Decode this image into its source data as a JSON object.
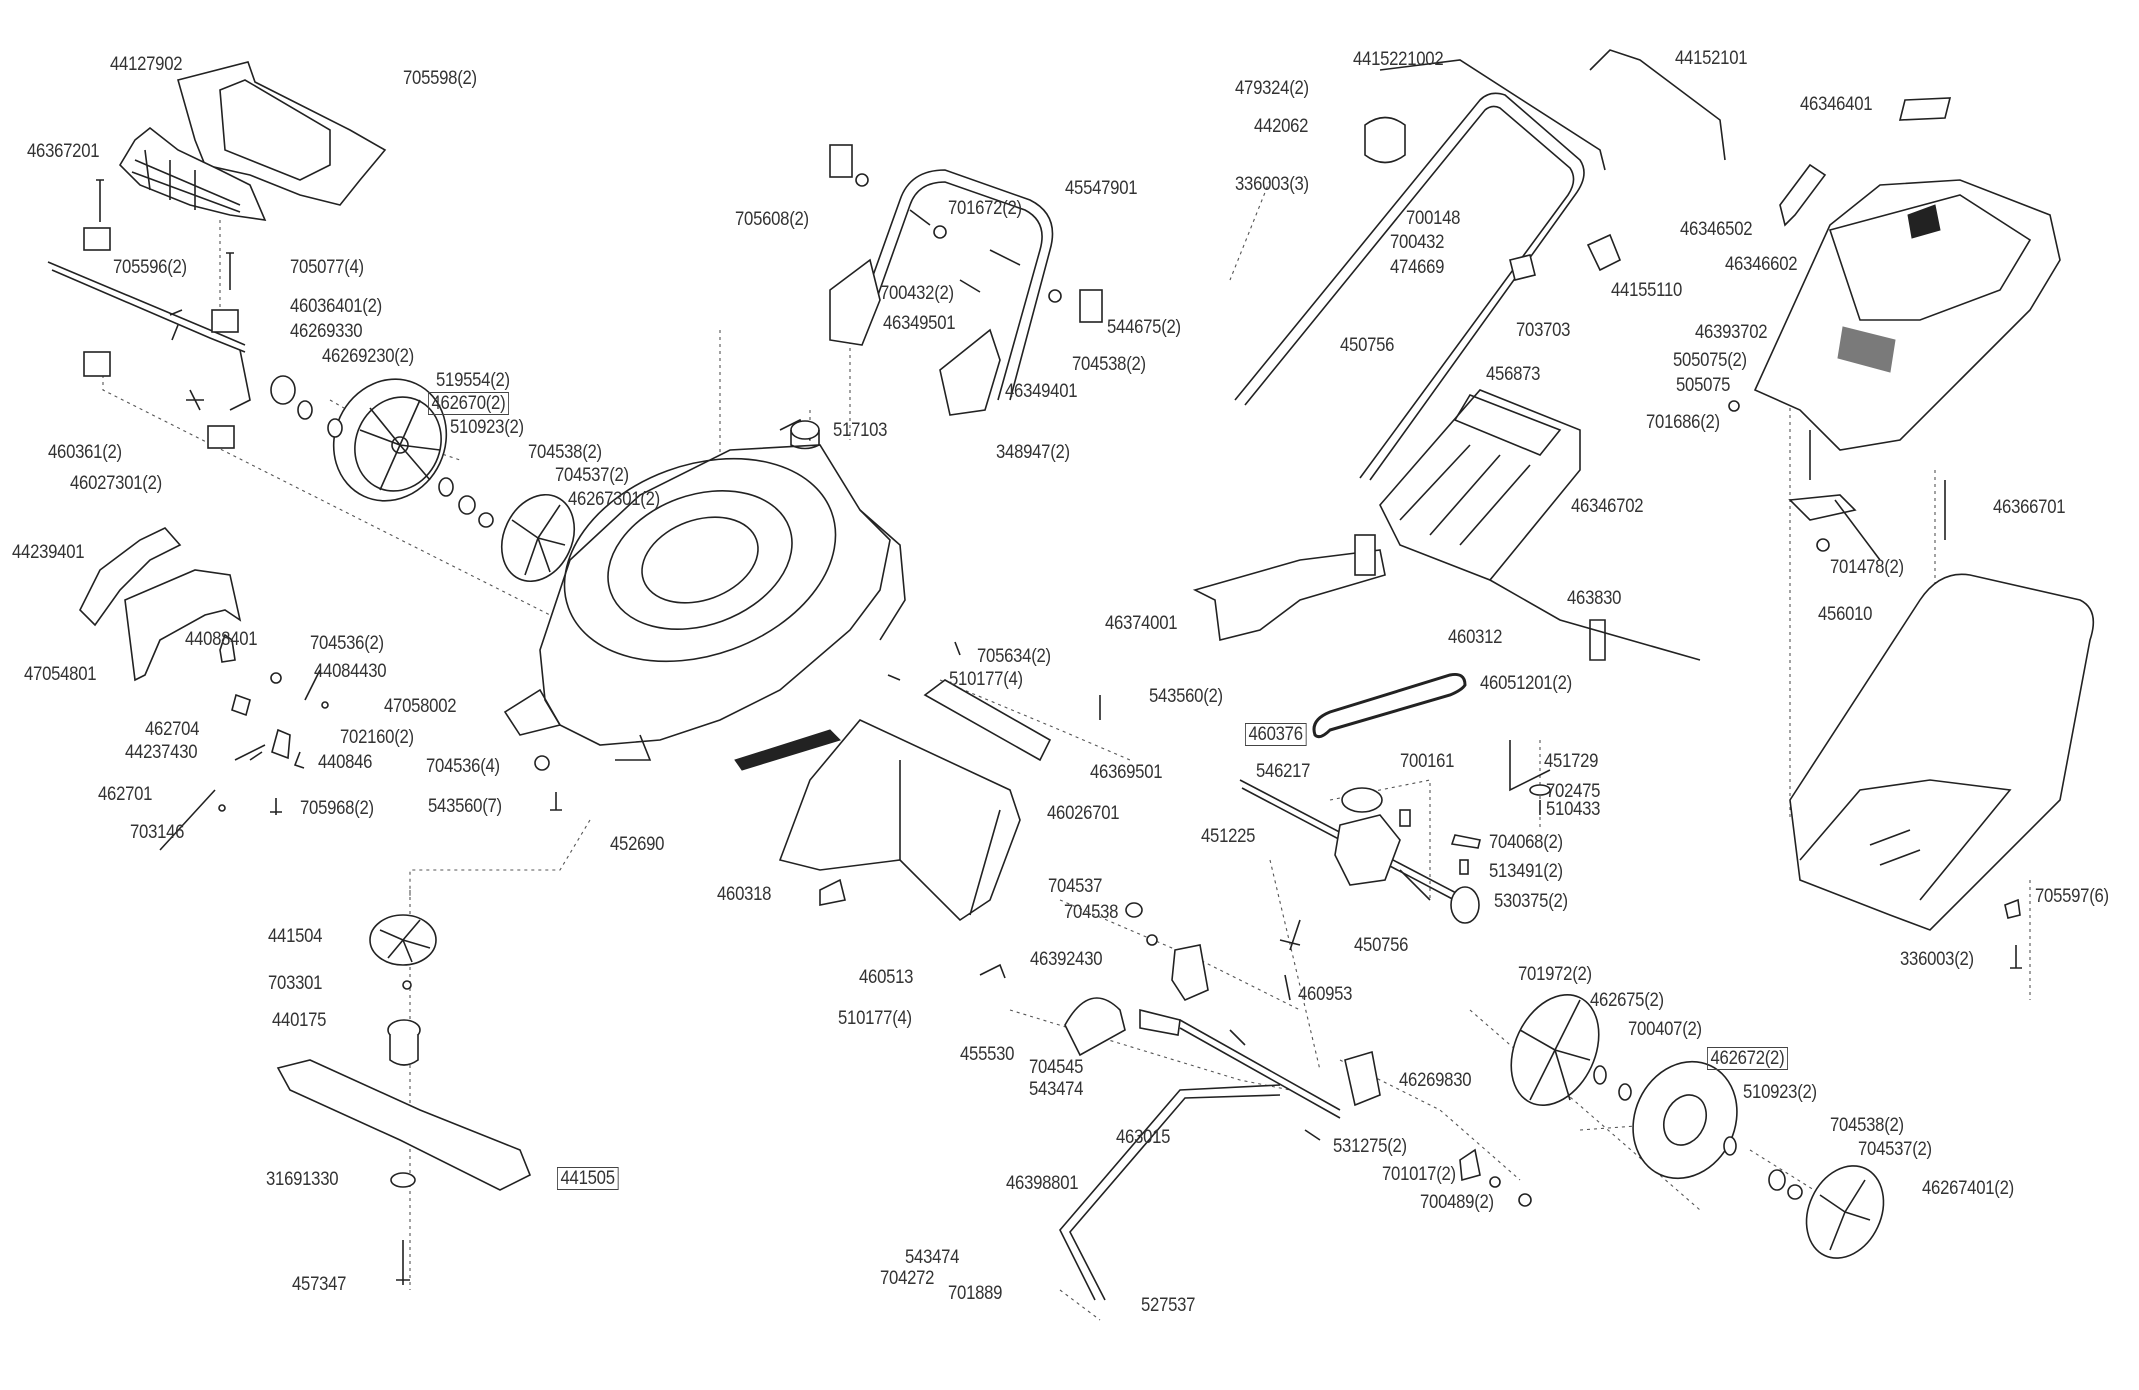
{
  "diagram": {
    "title": "",
    "type": "exploded-parts-view",
    "subject": "lawn mower",
    "labels": [
      {
        "id": "l1",
        "text": "44127902",
        "boxed": false
      },
      {
        "id": "l2",
        "text": "705598(2)",
        "boxed": false
      },
      {
        "id": "l3",
        "text": "46367201",
        "boxed": false
      },
      {
        "id": "l4",
        "text": "705596(2)",
        "boxed": false
      },
      {
        "id": "l5",
        "text": "705077(4)",
        "boxed": false
      },
      {
        "id": "l6",
        "text": "46036401(2)",
        "boxed": false
      },
      {
        "id": "l7",
        "text": "46269330",
        "boxed": false
      },
      {
        "id": "l8",
        "text": "46269230(2)",
        "boxed": false
      },
      {
        "id": "l9",
        "text": "519554(2)",
        "boxed": false
      },
      {
        "id": "l10",
        "text": "462670(2)",
        "boxed": true
      },
      {
        "id": "l11",
        "text": "510923(2)",
        "boxed": false
      },
      {
        "id": "l12",
        "text": "704538(2)",
        "boxed": false
      },
      {
        "id": "l13",
        "text": "704537(2)",
        "boxed": false
      },
      {
        "id": "l14",
        "text": "46267301(2)",
        "boxed": false
      },
      {
        "id": "l15",
        "text": "460361(2)",
        "boxed": false
      },
      {
        "id": "l16",
        "text": "46027301(2)",
        "boxed": false
      },
      {
        "id": "l17",
        "text": "44239401",
        "boxed": false
      },
      {
        "id": "l18",
        "text": "47054801",
        "boxed": false
      },
      {
        "id": "l19",
        "text": "44088401",
        "boxed": false
      },
      {
        "id": "l20",
        "text": "704536(2)",
        "boxed": false
      },
      {
        "id": "l21",
        "text": "44084430",
        "boxed": false
      },
      {
        "id": "l22",
        "text": "462704",
        "boxed": false
      },
      {
        "id": "l23",
        "text": "702160(2)",
        "boxed": false
      },
      {
        "id": "l24",
        "text": "44237430",
        "boxed": false
      },
      {
        "id": "l25",
        "text": "440846",
        "boxed": false
      },
      {
        "id": "l26",
        "text": "462701",
        "boxed": false
      },
      {
        "id": "l27",
        "text": "705968(2)",
        "boxed": false
      },
      {
        "id": "l28",
        "text": "703146",
        "boxed": false
      },
      {
        "id": "l29",
        "text": "47058002",
        "boxed": false
      },
      {
        "id": "l30",
        "text": "704536(4)",
        "boxed": false
      },
      {
        "id": "l31",
        "text": "543560(7)",
        "boxed": false
      },
      {
        "id": "l32",
        "text": "452690",
        "boxed": false
      },
      {
        "id": "l33",
        "text": "441504",
        "boxed": false
      },
      {
        "id": "l34",
        "text": "703301",
        "boxed": false
      },
      {
        "id": "l35",
        "text": "440175",
        "boxed": false
      },
      {
        "id": "l36",
        "text": "31691330",
        "boxed": false
      },
      {
        "id": "l37",
        "text": "441505",
        "boxed": true
      },
      {
        "id": "l38",
        "text": "457347",
        "boxed": false
      },
      {
        "id": "l39",
        "text": "705608(2)",
        "boxed": false
      },
      {
        "id": "l40",
        "text": "701672(2)",
        "boxed": false
      },
      {
        "id": "l41",
        "text": "45547901",
        "boxed": false
      },
      {
        "id": "l42",
        "text": "700432(2)",
        "boxed": false
      },
      {
        "id": "l43",
        "text": "46349501",
        "boxed": false
      },
      {
        "id": "l44",
        "text": "544675(2)",
        "boxed": false
      },
      {
        "id": "l45",
        "text": "704538(2)",
        "boxed": false
      },
      {
        "id": "l46",
        "text": "46349401",
        "boxed": false
      },
      {
        "id": "l47",
        "text": "517103",
        "boxed": false
      },
      {
        "id": "l48",
        "text": "348947(2)",
        "boxed": false
      },
      {
        "id": "l49",
        "text": "705634(2)",
        "boxed": false
      },
      {
        "id": "l50",
        "text": "510177(4)",
        "boxed": false
      },
      {
        "id": "l51",
        "text": "543560(2)",
        "boxed": false
      },
      {
        "id": "l52",
        "text": "46369501",
        "boxed": false
      },
      {
        "id": "l53",
        "text": "46026701",
        "boxed": false
      },
      {
        "id": "l54",
        "text": "460318",
        "boxed": false
      },
      {
        "id": "l55",
        "text": "460513",
        "boxed": false
      },
      {
        "id": "l56",
        "text": "510177(4)",
        "boxed": false
      },
      {
        "id": "l57",
        "text": "46392430",
        "boxed": false
      },
      {
        "id": "l58",
        "text": "704537",
        "boxed": false
      },
      {
        "id": "l59",
        "text": "704538",
        "boxed": false
      },
      {
        "id": "l60",
        "text": "455530",
        "boxed": false
      },
      {
        "id": "l61",
        "text": "704545",
        "boxed": false
      },
      {
        "id": "l62",
        "text": "543474",
        "boxed": false
      },
      {
        "id": "l63",
        "text": "463015",
        "boxed": false
      },
      {
        "id": "l64",
        "text": "46398801",
        "boxed": false
      },
      {
        "id": "l65",
        "text": "543474",
        "boxed": false
      },
      {
        "id": "l66",
        "text": "704272",
        "boxed": false
      },
      {
        "id": "l67",
        "text": "701889",
        "boxed": false
      },
      {
        "id": "l68",
        "text": "527537",
        "boxed": false
      },
      {
        "id": "l69",
        "text": "4415221002",
        "boxed": false
      },
      {
        "id": "l70",
        "text": "44152101",
        "boxed": false
      },
      {
        "id": "l71",
        "text": "479324(2)",
        "boxed": false
      },
      {
        "id": "l72",
        "text": "442062",
        "boxed": false
      },
      {
        "id": "l73",
        "text": "336003(3)",
        "boxed": false
      },
      {
        "id": "l74",
        "text": "700148",
        "boxed": false
      },
      {
        "id": "l75",
        "text": "700432",
        "boxed": false
      },
      {
        "id": "l76",
        "text": "474669",
        "boxed": false
      },
      {
        "id": "l77",
        "text": "44155110",
        "boxed": false
      },
      {
        "id": "l78",
        "text": "703703",
        "boxed": false
      },
      {
        "id": "l79",
        "text": "450756",
        "boxed": false
      },
      {
        "id": "l80",
        "text": "456873",
        "boxed": false
      },
      {
        "id": "l81",
        "text": "46346702",
        "boxed": false
      },
      {
        "id": "l82",
        "text": "46374001",
        "boxed": false
      },
      {
        "id": "l83",
        "text": "463830",
        "boxed": false
      },
      {
        "id": "l84",
        "text": "460312",
        "boxed": false
      },
      {
        "id": "l85",
        "text": "46051201(2)",
        "boxed": false
      },
      {
        "id": "l86",
        "text": "460376",
        "boxed": true
      },
      {
        "id": "l87",
        "text": "700161",
        "boxed": false
      },
      {
        "id": "l88",
        "text": "546217",
        "boxed": false
      },
      {
        "id": "l89",
        "text": "451729",
        "boxed": false
      },
      {
        "id": "l90",
        "text": "702475",
        "boxed": false
      },
      {
        "id": "l91",
        "text": "510433",
        "boxed": false
      },
      {
        "id": "l92",
        "text": "451225",
        "boxed": false
      },
      {
        "id": "l93",
        "text": "704068(2)",
        "boxed": false
      },
      {
        "id": "l94",
        "text": "513491(2)",
        "boxed": false
      },
      {
        "id": "l95",
        "text": "530375(2)",
        "boxed": false
      },
      {
        "id": "l96",
        "text": "450756",
        "boxed": false
      },
      {
        "id": "l97",
        "text": "460953",
        "boxed": false
      },
      {
        "id": "l98",
        "text": "701972(2)",
        "boxed": false
      },
      {
        "id": "l99",
        "text": "462675(2)",
        "boxed": false
      },
      {
        "id": "l100",
        "text": "700407(2)",
        "boxed": false
      },
      {
        "id": "l101",
        "text": "462672(2)",
        "boxed": true
      },
      {
        "id": "l102",
        "text": "46269830",
        "boxed": false
      },
      {
        "id": "l103",
        "text": "510923(2)",
        "boxed": false
      },
      {
        "id": "l104",
        "text": "531275(2)",
        "boxed": false
      },
      {
        "id": "l105",
        "text": "701017(2)",
        "boxed": false
      },
      {
        "id": "l106",
        "text": "700489(2)",
        "boxed": false
      },
      {
        "id": "l107",
        "text": "704538(2)",
        "boxed": false
      },
      {
        "id": "l108",
        "text": "704537(2)",
        "boxed": false
      },
      {
        "id": "l109",
        "text": "46267401(2)",
        "boxed": false
      },
      {
        "id": "l110",
        "text": "46346401",
        "boxed": false
      },
      {
        "id": "l111",
        "text": "46346502",
        "boxed": false
      },
      {
        "id": "l112",
        "text": "46346602",
        "boxed": false
      },
      {
        "id": "l113",
        "text": "46393702",
        "boxed": false
      },
      {
        "id": "l114",
        "text": "505075(2)",
        "boxed": false
      },
      {
        "id": "l115",
        "text": "505075",
        "boxed": false
      },
      {
        "id": "l116",
        "text": "701686(2)",
        "boxed": false
      },
      {
        "id": "l117",
        "text": "46366701",
        "boxed": false
      },
      {
        "id": "l118",
        "text": "701478(2)",
        "boxed": false
      },
      {
        "id": "l119",
        "text": "456010",
        "boxed": false
      },
      {
        "id": "l120",
        "text": "705597(6)",
        "boxed": false
      },
      {
        "id": "l121",
        "text": "336003(2)",
        "boxed": false
      }
    ]
  }
}
